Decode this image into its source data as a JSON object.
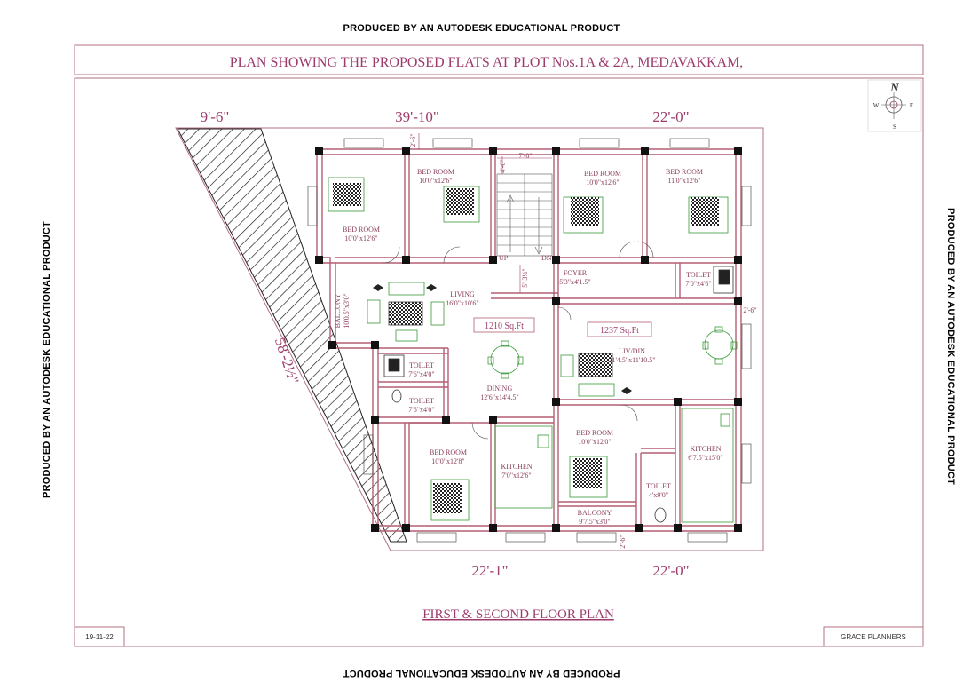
{
  "watermark": "PRODUCED BY AN AUTODESK EDUCATIONAL PRODUCT",
  "title": "PLAN SHOWING THE PROPOSED FLATS AT PLOT Nos.1A & 2A, MEDAVAKKAM,",
  "subtitle": "FIRST & SECOND FLOOR PLAN",
  "date": "19-11-22",
  "company": "GRACE PLANNERS",
  "compass": {
    "n": "N",
    "s": "S",
    "e": "E",
    "w": "W"
  },
  "dimensions": {
    "top_left": "9'-6\"",
    "top_middle": "39'-10\"",
    "top_right": "22'-0\"",
    "side": "58'-2½\"",
    "bottom_left": "22'-1\"",
    "bottom_right": "22'-0\"",
    "stair_width": "7'-0\"",
    "stair_top": "4'-0\"",
    "stair_depth": "5'-3½\"",
    "top_gap": "2'-6\"",
    "right_gap": "2'-6\"",
    "bottom_gap": "2'-6\""
  },
  "areas": {
    "left": "1210 Sq.Ft",
    "right": "1237 Sq.Ft"
  },
  "stairs": {
    "up": "UP",
    "down": "DN"
  },
  "rooms": [
    {
      "name": "BED ROOM",
      "size": "10'0\"x12'6\""
    },
    {
      "name": "BED ROOM",
      "size": "10'0\"x12'6\""
    },
    {
      "name": "BED ROOM",
      "size": "10'0\"x12'6\""
    },
    {
      "name": "BED ROOM",
      "size": "11'0\"x12'6\""
    },
    {
      "name": "LIVING",
      "size": "16'0\"x10'6\""
    },
    {
      "name": "BALCONY",
      "size": "10'0.5\"x3'0\""
    },
    {
      "name": "FOYER",
      "size": "5'3\"x4'1.5\""
    },
    {
      "name": "TOILET",
      "size": "7'0\"x4'6\""
    },
    {
      "name": "LIV/DIN",
      "size": "21'4.5\"x11'10.5\""
    },
    {
      "name": "TOILET",
      "size": "7'6\"x4'0\""
    },
    {
      "name": "TOILET",
      "size": "7'6\"x4'0\""
    },
    {
      "name": "DINING",
      "size": "12'6\"x14'4.5\""
    },
    {
      "name": "BED ROOM",
      "size": "10'0\"x12'8\""
    },
    {
      "name": "KITCHEN",
      "size": "7'0\"x12'6\""
    },
    {
      "name": "BED ROOM",
      "size": "10'0\"x12'0\""
    },
    {
      "name": "KITCHEN",
      "size": "6'7.5\"x15'0\""
    },
    {
      "name": "TOILET",
      "size": "4'x9'0\""
    },
    {
      "name": "BALCONY",
      "size": "9'7.5\"x3'0\""
    }
  ]
}
